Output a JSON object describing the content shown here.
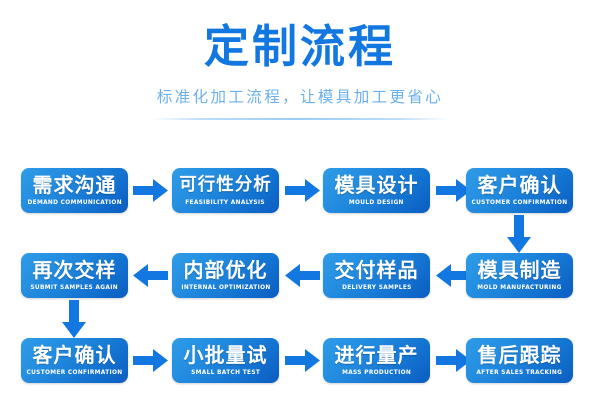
{
  "header": {
    "title": "定制流程",
    "subtitle": "标准化加工流程，让模具加工更省心"
  },
  "colors": {
    "title_blue": "#1277e0",
    "subtitle_blue": "#6bb0ee",
    "box_gradient_light": "#2e9ce8",
    "box_gradient_dark": "#0b5dc0",
    "arrow_blue": "#1277e0",
    "background": "#ffffff"
  },
  "flow": {
    "rows": [
      {
        "direction": "left-to-right",
        "steps": [
          {
            "cn": "需求沟通",
            "en": "DEMAND COMMUNICATION"
          },
          {
            "cn": "可行性分析",
            "en": "FEASIBILITY ANALYSIS"
          },
          {
            "cn": "模具设计",
            "en": "MOULD DESIGN"
          },
          {
            "cn": "客户确认",
            "en": "CUSTOMER CONFIRMATION"
          }
        ]
      },
      {
        "direction": "right-to-left",
        "steps": [
          {
            "cn": "再次交样",
            "en": "SUBMIT SAMPLES AGAIN"
          },
          {
            "cn": "内部优化",
            "en": "INTERNAL OPTIMIZATION"
          },
          {
            "cn": "交付样品",
            "en": "DELIVERY SAMPLES"
          },
          {
            "cn": "模具制造",
            "en": "MOLD MANUFACTURING"
          }
        ]
      },
      {
        "direction": "left-to-right",
        "steps": [
          {
            "cn": "客户确认",
            "en": "CUSTOMER CONFIRMATION"
          },
          {
            "cn": "小批量试",
            "en": "SMALL BATCH TEST"
          },
          {
            "cn": "进行量产",
            "en": "MASS PRODUCTION"
          },
          {
            "cn": "售后跟踪",
            "en": "AFTER SALES TRACKING"
          }
        ]
      }
    ],
    "connectors": {
      "row1_to_row2": "down-arrow-right-side",
      "row2_to_row3": "down-arrow-left-side"
    }
  }
}
